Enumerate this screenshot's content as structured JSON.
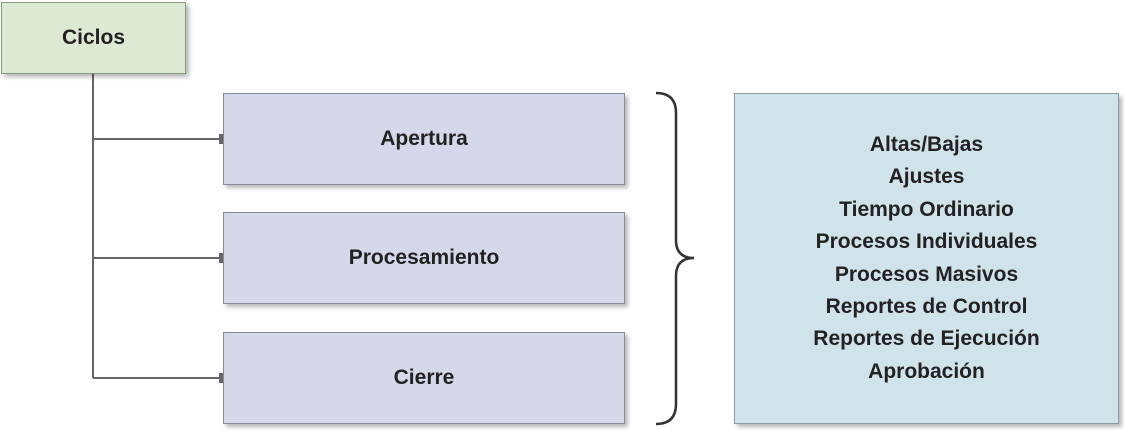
{
  "diagram": {
    "root": {
      "label": "Ciclos"
    },
    "cycles": [
      {
        "label": "Apertura"
      },
      {
        "label": "Procesamiento"
      },
      {
        "label": "Cierre"
      }
    ],
    "details": [
      "Altas/Bajas",
      "Ajustes",
      "Tiempo Ordinario",
      "Procesos Individuales",
      "Procesos Masivos",
      "Reportes de Control",
      "Reportes de Ejecución",
      "Aprobación"
    ],
    "colors": {
      "root_fill": "#dde9d3",
      "cycle_fill": "#d4d8e8",
      "detail_fill": "#d1e3ea",
      "connector": "#666666",
      "text": "#222222"
    }
  }
}
